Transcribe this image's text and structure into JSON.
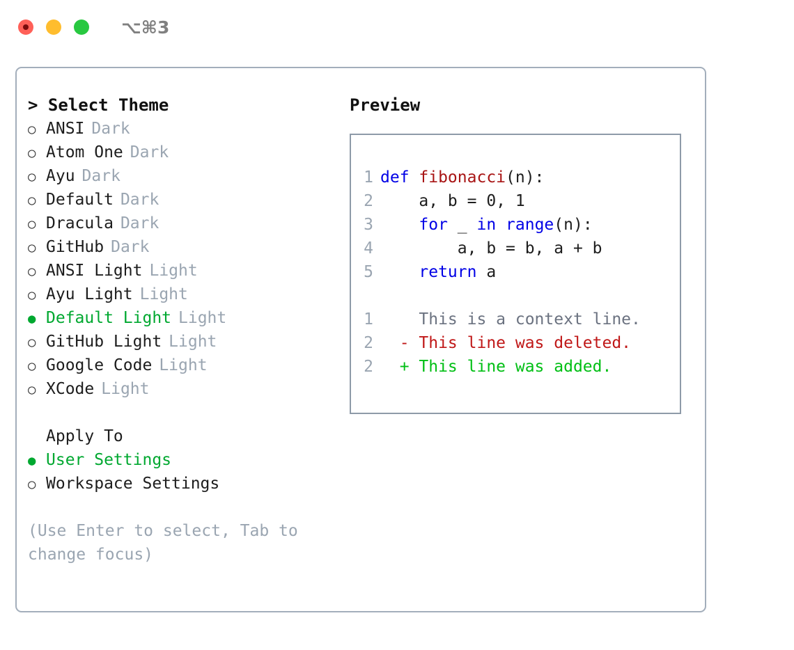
{
  "window": {
    "shortcut": "⌥⌘3",
    "traffic_lights": [
      {
        "name": "close",
        "color": "#ff6058"
      },
      {
        "name": "minimize",
        "color": "#ffbd2e"
      },
      {
        "name": "maximize",
        "color": "#28c840"
      }
    ]
  },
  "theme_panel": {
    "header": "> Select Theme",
    "marker_selected": "●",
    "marker_unselected": "○",
    "items": [
      {
        "marker": "○",
        "label": "ANSI",
        "tag": "Dark",
        "selected": false
      },
      {
        "marker": "○",
        "label": "Atom One",
        "tag": "Dark",
        "selected": false
      },
      {
        "marker": "○",
        "label": "Ayu",
        "tag": "Dark",
        "selected": false
      },
      {
        "marker": "○",
        "label": "Default",
        "tag": "Dark",
        "selected": false
      },
      {
        "marker": "○",
        "label": "Dracula",
        "tag": "Dark",
        "selected": false
      },
      {
        "marker": "○",
        "label": "GitHub",
        "tag": "Dark",
        "selected": false
      },
      {
        "marker": "○",
        "label": "ANSI Light",
        "tag": "Light",
        "selected": false
      },
      {
        "marker": "○",
        "label": "Ayu Light",
        "tag": "Light",
        "selected": false
      },
      {
        "marker": "●",
        "label": "Default Light",
        "tag": "Light",
        "selected": true
      },
      {
        "marker": "○",
        "label": "GitHub Light",
        "tag": "Light",
        "selected": false
      },
      {
        "marker": "○",
        "label": "Google Code",
        "tag": "Light",
        "selected": false
      },
      {
        "marker": "○",
        "label": "XCode",
        "tag": "Light",
        "selected": false
      }
    ]
  },
  "apply_to": {
    "header": "Apply To",
    "items": [
      {
        "marker": "●",
        "label": "User Settings",
        "selected": true
      },
      {
        "marker": "○",
        "label": "Workspace Settings",
        "selected": false
      }
    ]
  },
  "hint": "(Use Enter to select, Tab to change focus)",
  "preview": {
    "title": "Preview",
    "code_lines": [
      {
        "num": "1",
        "tokens": [
          {
            "text": "def ",
            "type": "kw"
          },
          {
            "text": "fibonacci",
            "type": "fn"
          },
          {
            "text": "(n):",
            "type": "pl"
          }
        ]
      },
      {
        "num": "2",
        "tokens": [
          {
            "text": "    a, b = 0, 1",
            "type": "pl"
          }
        ]
      },
      {
        "num": "3",
        "tokens": [
          {
            "text": "    ",
            "type": "pl"
          },
          {
            "text": "for",
            "type": "kw"
          },
          {
            "text": " _ ",
            "type": "pl"
          },
          {
            "text": "in",
            "type": "kw"
          },
          {
            "text": " ",
            "type": "pl"
          },
          {
            "text": "range",
            "type": "kw"
          },
          {
            "text": "(n):",
            "type": "pl"
          }
        ]
      },
      {
        "num": "4",
        "tokens": [
          {
            "text": "        a, b = b, a + b",
            "type": "pl"
          }
        ]
      },
      {
        "num": "5",
        "tokens": [
          {
            "text": "    ",
            "type": "pl"
          },
          {
            "text": "return",
            "type": "kw"
          },
          {
            "text": " a",
            "type": "pl"
          }
        ]
      }
    ],
    "diff_lines": [
      {
        "num": "1",
        "sign": " ",
        "text": "This is a context line.",
        "kind": "ctx"
      },
      {
        "num": "2",
        "sign": "-",
        "text": "This line was deleted.",
        "kind": "del"
      },
      {
        "num": "2",
        "sign": "+",
        "text": "This line was added.",
        "kind": "add"
      }
    ]
  },
  "colors": {
    "accent_green": "#00a830",
    "diff_add": "#00bf14",
    "diff_del": "#c01818",
    "keyword_blue": "#0000e6",
    "function_red": "#a81414",
    "muted": "#9aa5b1",
    "border": "#a3aebb"
  }
}
